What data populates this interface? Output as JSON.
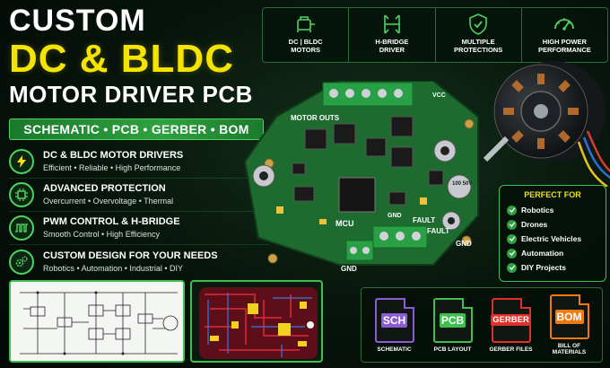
{
  "title": {
    "line1": "CUSTOM",
    "line2": "DC & BLDC",
    "line3": "MOTOR DRIVER PCB"
  },
  "banner": "SCHEMATIC • PCB • GERBER • BOM",
  "features": [
    {
      "icon": "bolt-icon",
      "title": "DC & BLDC MOTOR DRIVERS",
      "subtitle": "Efficient • Reliable • High Performance"
    },
    {
      "icon": "chip-icon",
      "title": "ADVANCED PROTECTION",
      "subtitle": "Overcurrent • Overvoltage • Thermal"
    },
    {
      "icon": "pwm-wave-icon",
      "title": "PWM CONTROL & H-BRIDGE",
      "subtitle": "Smooth Control • High Efficiency"
    },
    {
      "icon": "gears-icon",
      "title": "CUSTOM DESIGN FOR YOUR NEEDS",
      "subtitle": "Robotics • Automation • Industrial • DIY"
    }
  ],
  "top_features": [
    {
      "icon": "motor-icon",
      "label_line1": "DC | BLDC",
      "label_line2": "MOTORS"
    },
    {
      "icon": "h-bridge-icon",
      "label_line1": "H-BRIDGE",
      "label_line2": "DRIVER"
    },
    {
      "icon": "shield-check-icon",
      "label_line1": "MULTIPLE",
      "label_line2": "PROTECTIONS"
    },
    {
      "icon": "gauge-icon",
      "label_line1": "HIGH POWER",
      "label_line2": "PERFORMANCE"
    }
  ],
  "pcb_labels": {
    "motor_outs": "MOTOR OUTS",
    "mcu": "MCU",
    "fault1": "FAULT",
    "fault2": "FAULT",
    "gnd1": "GND",
    "gnd2": "GND",
    "gnd3": "GND",
    "cap_text": "100 50V",
    "vcc": "VCC"
  },
  "perfect_for": {
    "title": "PERFECT FOR",
    "items": [
      "Robotics",
      "Drones",
      "Electric Vehicles",
      "Automation",
      "DIY Projects"
    ]
  },
  "files": [
    {
      "tag": "SCH",
      "label": "SCHEMATIC",
      "color": "#8e5bd6"
    },
    {
      "tag": "PCB",
      "label": "PCB LAYOUT",
      "color": "#3fbf50"
    },
    {
      "tag": "GERBER",
      "label": "GERBER FILES",
      "color": "#e0302a"
    },
    {
      "tag": "BOM",
      "label": "BILL OF MATERIALS",
      "color": "#f07a12"
    }
  ],
  "colors": {
    "accent_green": "#3fbf50",
    "title_yellow": "#f4e400",
    "pcb_green": "#1d6b2e",
    "terminal_green": "#2aa046"
  }
}
